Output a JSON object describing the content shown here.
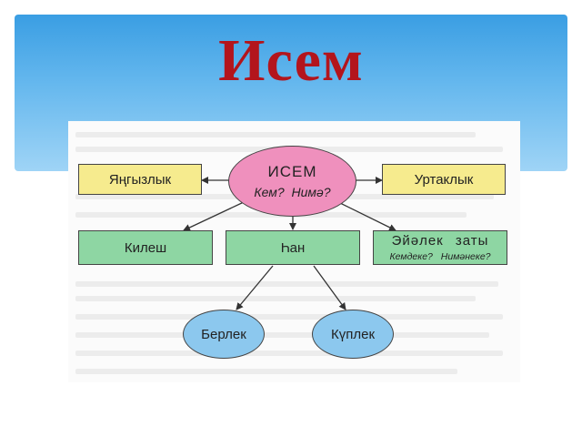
{
  "slide": {
    "title": "Исем",
    "title_color": "#b3151c",
    "banner_color": "#4aa8e8"
  },
  "diagram": {
    "center": {
      "label": "ИСЕМ",
      "questions": "Кем? Нимә?",
      "color": "#ef90bd"
    },
    "left_top": {
      "label": "Яңгызлык",
      "color": "#f6eb8e"
    },
    "right_top": {
      "label": "Уртаклык",
      "color": "#f6eb8e"
    },
    "left_mid": {
      "label": "Килеш",
      "color": "#8ed6a3"
    },
    "middle_mid": {
      "label": "Һан",
      "color": "#8ed6a3"
    },
    "right_mid": {
      "label": "Эйәлек заты",
      "questions": "Кемдеке? Нимәнеке?",
      "color": "#8ed6a3"
    },
    "bottom_left": {
      "label": "Берлек",
      "color": "#8cc8ee"
    },
    "bottom_right": {
      "label": "Күплек",
      "color": "#8cc8ee"
    }
  }
}
